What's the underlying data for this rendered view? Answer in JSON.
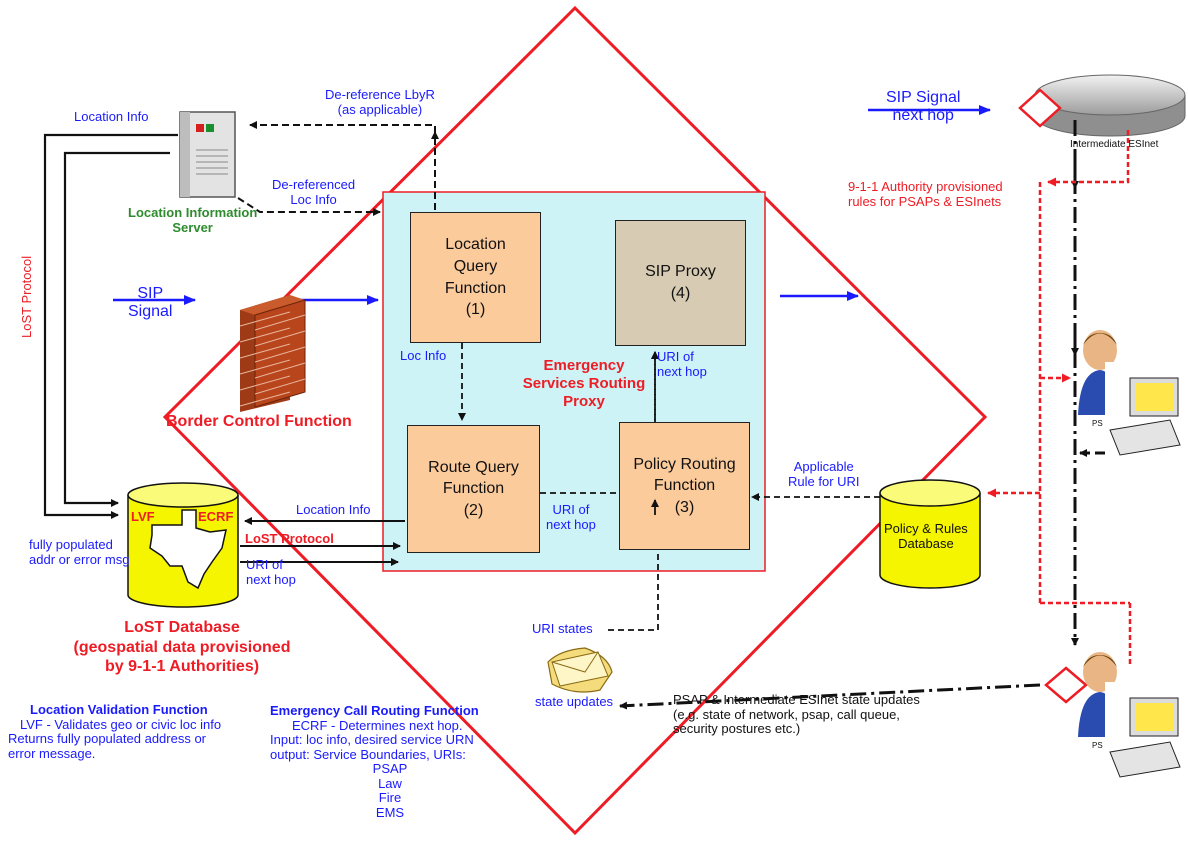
{
  "colors": {
    "diamond": "#ee1c25",
    "esrp_panel": "#cef3f7",
    "function_box": "#fbcb9c",
    "sip_proxy_box": "#d7cbb3",
    "database": "#f5f500",
    "signal_arrow": "#1a1aff",
    "provisioning_arrow": "#ee1c25"
  },
  "lis": {
    "label_line1": "Location Information",
    "label_line2": "Server",
    "location_info": "Location Info",
    "deref_lbyr_line1": "De-reference LbyR",
    "deref_lbyr_line2": "(as applicable)",
    "dereferenced_line1": "De-referenced",
    "dereferenced_line2": "Loc Info"
  },
  "left": {
    "lost_protocol_vertical": "LoST Protocol",
    "sip_signal_line1": "SIP",
    "sip_signal_line2": "Signal",
    "border_control": "Border Control Function"
  },
  "esrp": {
    "lqf": {
      "line1": "Location",
      "line2": "Query",
      "line3": "Function",
      "line4": "(1)"
    },
    "sip_proxy": {
      "line1": "SIP Proxy",
      "line2": "(4)"
    },
    "rqf": {
      "line1": "Route Query",
      "line2": "Function",
      "line3": "(2)"
    },
    "prf": {
      "line1": "Policy Routing",
      "line2": "Function",
      "line3": "(3)"
    },
    "title_line1": "Emergency",
    "title_line2": "Services Routing",
    "title_line3": "Proxy",
    "loc_info": "Loc Info",
    "uri_next_hop_line1": "URI of",
    "uri_next_hop_line2": "next hop"
  },
  "lost_db": {
    "lvf": "LVF",
    "ecrf": "ECRF",
    "location_info": "Location Info",
    "lost_protocol": "LoST Protocol",
    "fully_populated_line1": "fully populated",
    "fully_populated_line2": "addr or error msg",
    "uri_line1": "URI of",
    "uri_line2": "next hop",
    "title_line1": "LoST Database",
    "title_line2": "(geospatial data provisioned",
    "title_line3": "by 9-1-1 Authorities)"
  },
  "lvf_desc": {
    "title": "Location Validation Function",
    "line1": "LVF - Validates geo or civic loc info",
    "line2": "Returns fully populated address or",
    "line3": "error message."
  },
  "ecrf_desc": {
    "title": "Emergency Call Routing Function",
    "line1": "ECRF - Determines next hop.",
    "line2": "Input:  loc info, desired service URN",
    "line3": "output: Service Boundaries, URIs:",
    "items": [
      "PSAP",
      "Law",
      "Fire",
      "EMS"
    ]
  },
  "state": {
    "uri_states": "URI states",
    "state_updates": "state updates",
    "psap_updates_line1": "PSAP & Intermediate ESInet state updates",
    "psap_updates_line2": "(e.g. state of network, psap, call queue,",
    "psap_updates_line3": "security postures etc.)"
  },
  "right": {
    "sip_signal": "SIP Signal",
    "next_hop": "next hop",
    "intermediate_esinet": "Intermediate ESInet",
    "authority_line1": "9-1-1 Authority provisioned",
    "authority_line2": "rules for PSAPs & ESInets",
    "applicable_line1": "Applicable",
    "applicable_line2": "Rule for URI",
    "policy_db_line1": "Policy & Rules",
    "policy_db_line2": "Database",
    "psap_label": "PS"
  }
}
